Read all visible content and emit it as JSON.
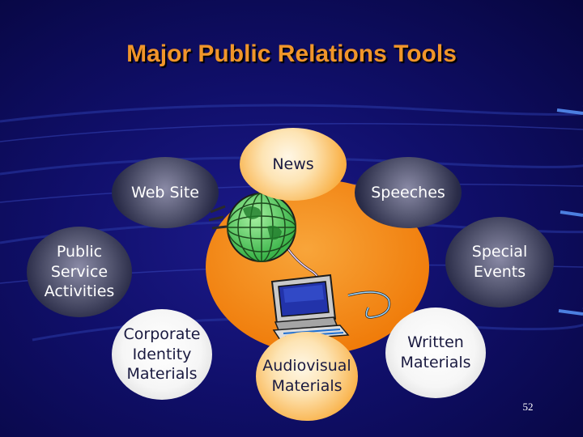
{
  "slide": {
    "title": "Major Public Relations Tools",
    "page_number": "52"
  },
  "tools": {
    "news": "News",
    "web_site": "Web Site",
    "speeches": "Speeches",
    "public_service": "Public\nService\nActivities",
    "special_events": "Special\nEvents",
    "corporate_identity": "Corporate\nIdentity\nMaterials",
    "audiovisual": "Audiovisual\nMaterials",
    "written": "Written\nMaterials"
  },
  "colors": {
    "title": "#f0952a",
    "background": "#100f6a",
    "center_circle": "#f48a12",
    "dark_bubble": "#585a74",
    "orange_bubble": "#f9b24a",
    "white_bubble": "#f6f6f6"
  },
  "icons": [
    "globe-icon",
    "computer-icon",
    "keyboard-icon",
    "network-cable-icon"
  ]
}
